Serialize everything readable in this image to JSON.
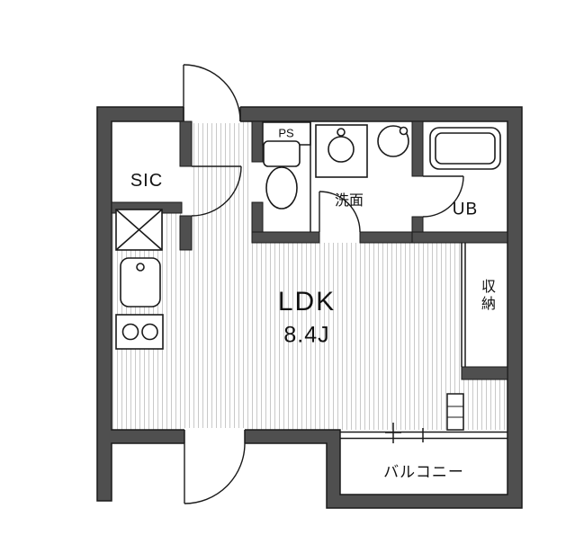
{
  "rooms": {
    "sic": {
      "label": "SIC"
    },
    "pipe_space": {
      "label": "PS"
    },
    "washroom": {
      "label": "洗面"
    },
    "unit_bath": {
      "label": "UB"
    },
    "ldk": {
      "label": "LDK",
      "area": "8.4J"
    },
    "storage": {
      "label": "収納"
    },
    "balcony": {
      "label": "バルコニー"
    }
  },
  "colors": {
    "wall": "#4f4f4f",
    "line": "#1a1a1a",
    "hatch": "#c9c9c9",
    "bg": "#ffffff"
  }
}
